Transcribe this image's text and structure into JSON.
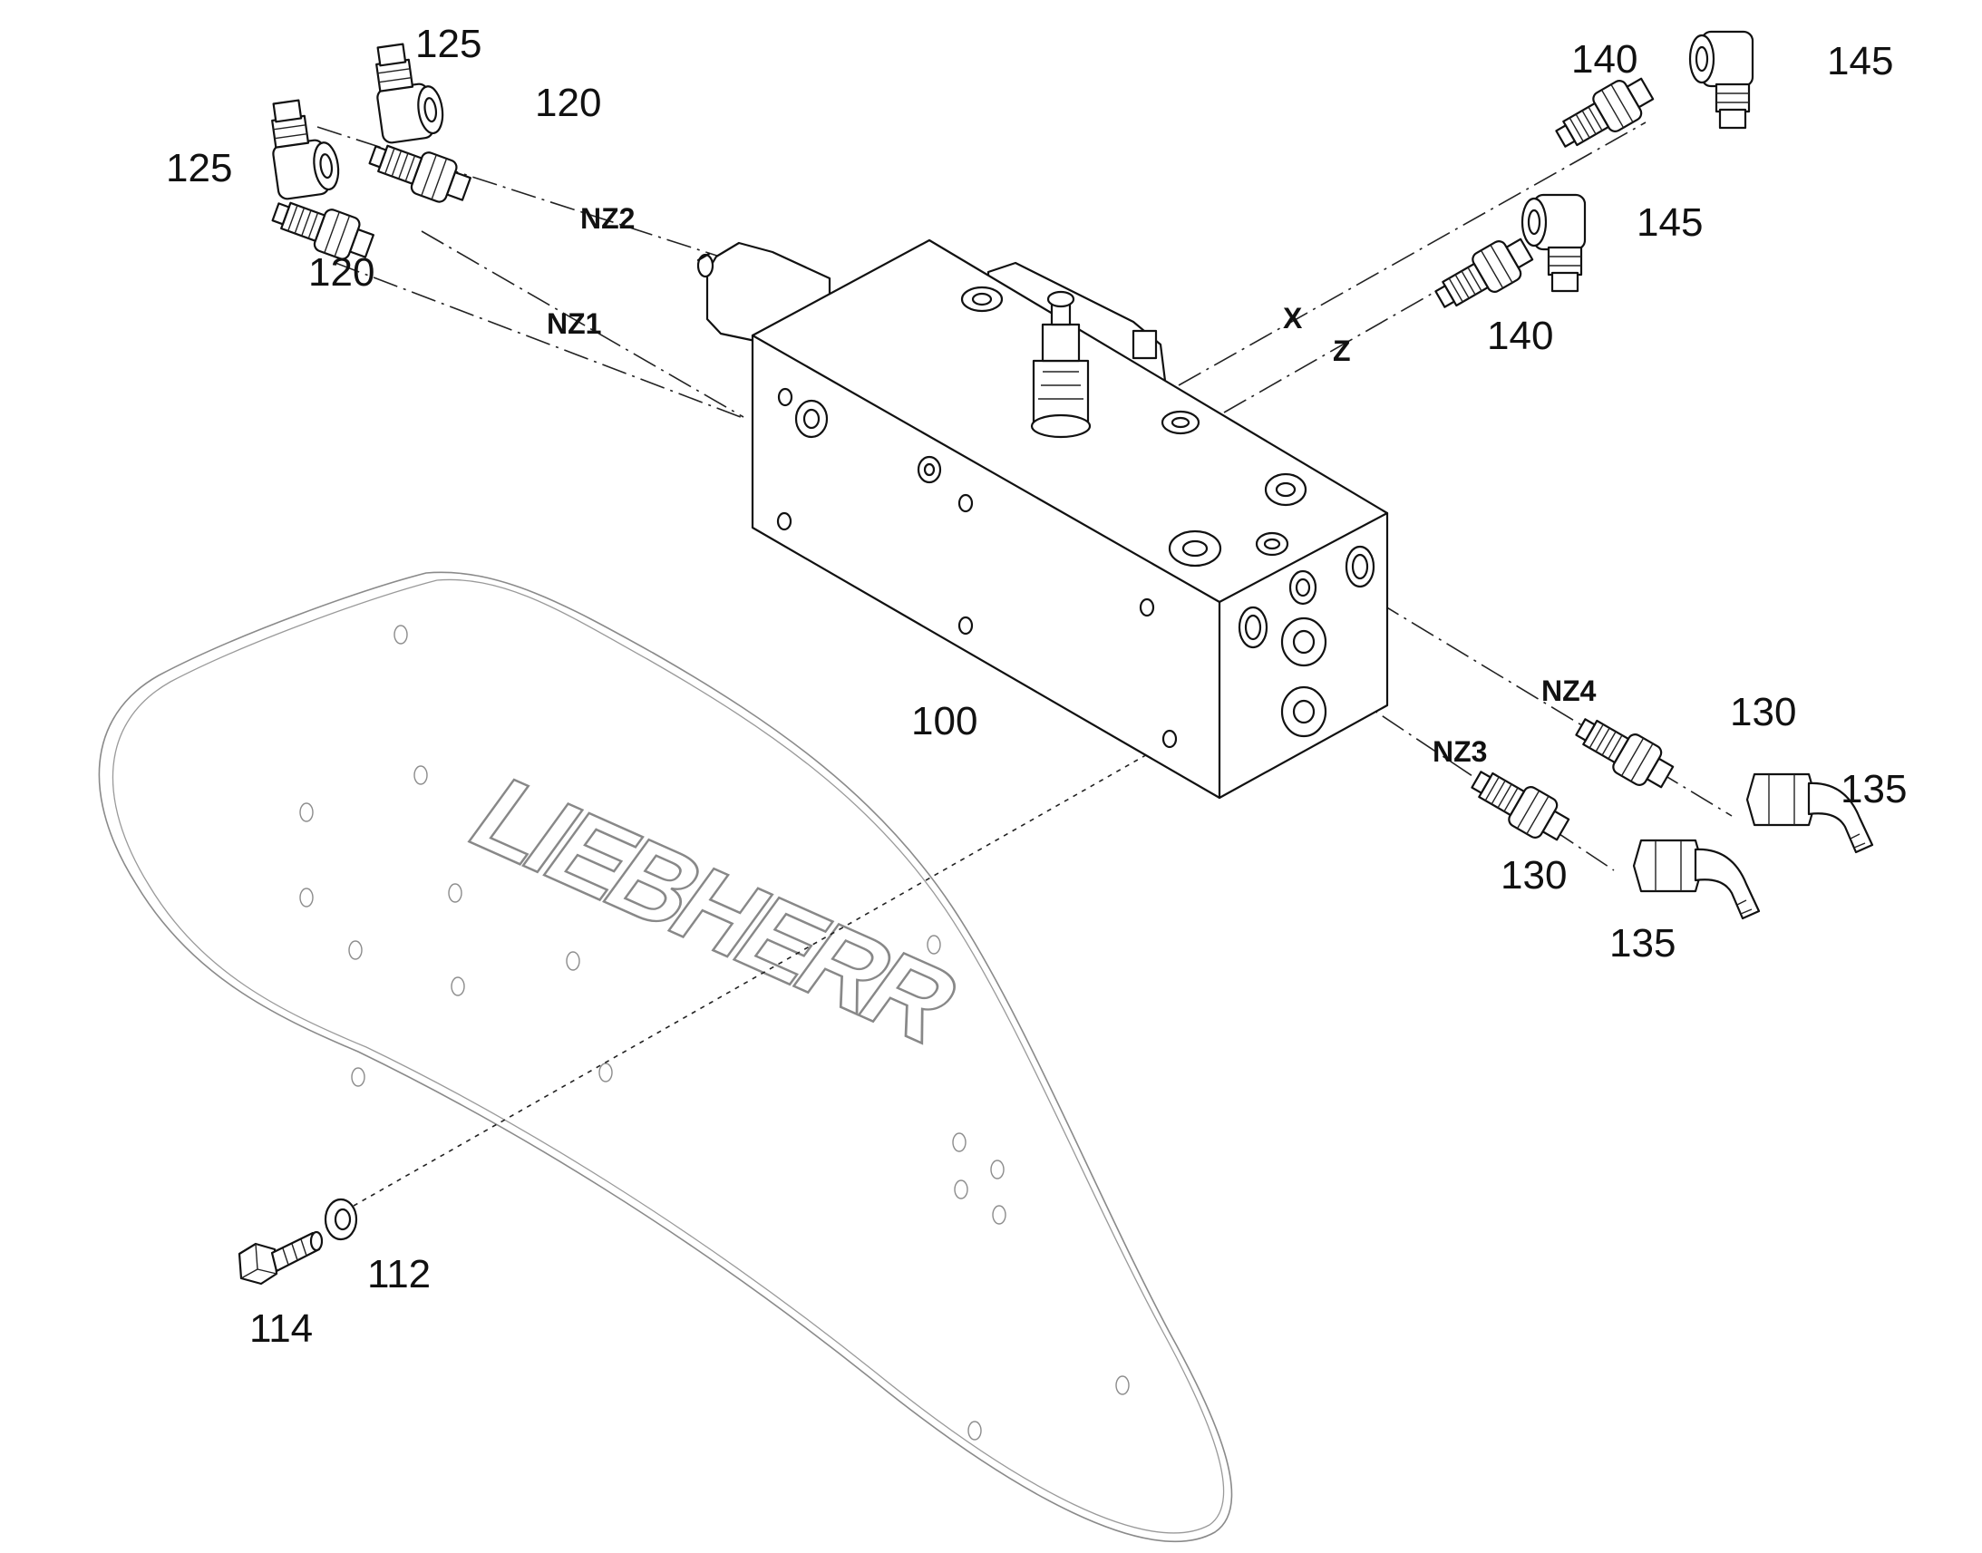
{
  "diagram": {
    "brand_logo": "LIEBHERR",
    "part_numbers": {
      "block": "100",
      "washer": "112",
      "bolt": "114",
      "adapter_nz1": "120",
      "adapter_nz2": "120",
      "elbow_nz1": "125",
      "elbow_nz2": "125",
      "adapter_nz3": "130",
      "adapter_nz4": "130",
      "swivel_nz3": "135",
      "swivel_nz4": "135",
      "adapter_x": "140",
      "adapter_z": "140",
      "elbow_x": "145",
      "elbow_z": "145"
    },
    "ports": {
      "nz1": "NZ1",
      "nz2": "NZ2",
      "nz3": "NZ3",
      "nz4": "NZ4",
      "x": "X",
      "z": "Z"
    }
  }
}
